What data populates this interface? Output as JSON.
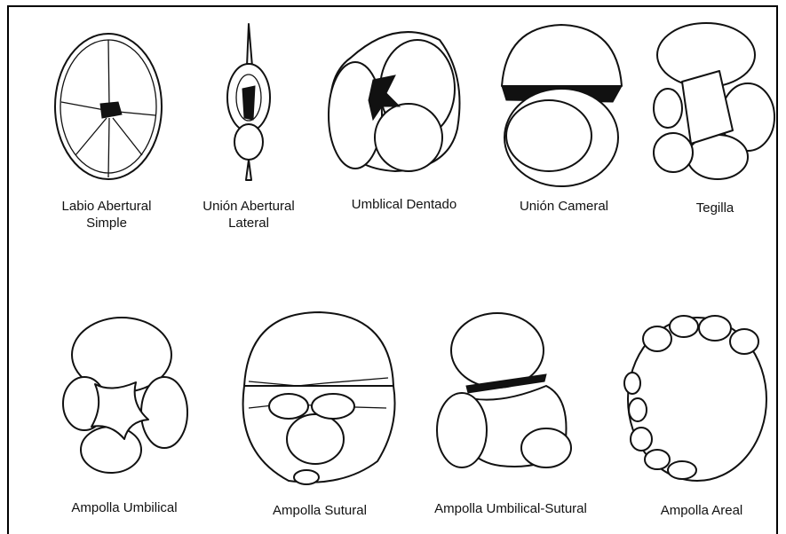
{
  "figure": {
    "row1": [
      {
        "id": "labio",
        "caption_lines": [
          "Labio Abertural",
          "Simple"
        ]
      },
      {
        "id": "union-abertural",
        "caption_lines": [
          "Unión Abertural",
          "Lateral"
        ]
      },
      {
        "id": "umblical",
        "caption_lines": [
          "Umblical Dentado"
        ]
      },
      {
        "id": "union-cameral",
        "caption_lines": [
          "Unión Cameral"
        ]
      },
      {
        "id": "tegilla",
        "caption_lines": [
          "Tegilla"
        ]
      }
    ],
    "row2": [
      {
        "id": "ampolla-umbilical",
        "caption_lines": [
          "Ampolla Umbilical"
        ]
      },
      {
        "id": "ampolla-sutural",
        "caption_lines": [
          "Ampolla Sutural"
        ]
      },
      {
        "id": "ampolla-umbilical-sutural",
        "caption_lines": [
          "Ampolla Umbilical-Sutural"
        ]
      },
      {
        "id": "ampolla-areal",
        "caption_lines": [
          "Ampolla Areal"
        ]
      }
    ]
  }
}
